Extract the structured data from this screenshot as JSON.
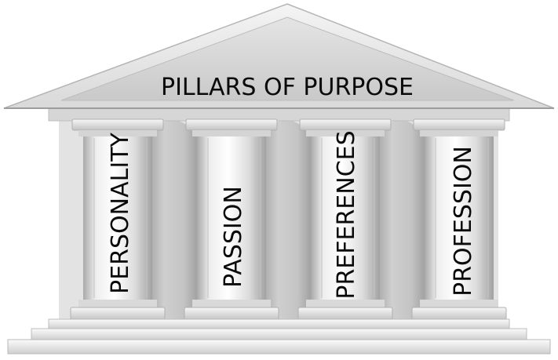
{
  "diagram": {
    "title": "PILLARS OF PURPOSE",
    "pillars": [
      {
        "label": "PERSONALITY"
      },
      {
        "label": "PASSION"
      },
      {
        "label": "PREFERENCES"
      },
      {
        "label": "PROFESSION"
      }
    ]
  }
}
